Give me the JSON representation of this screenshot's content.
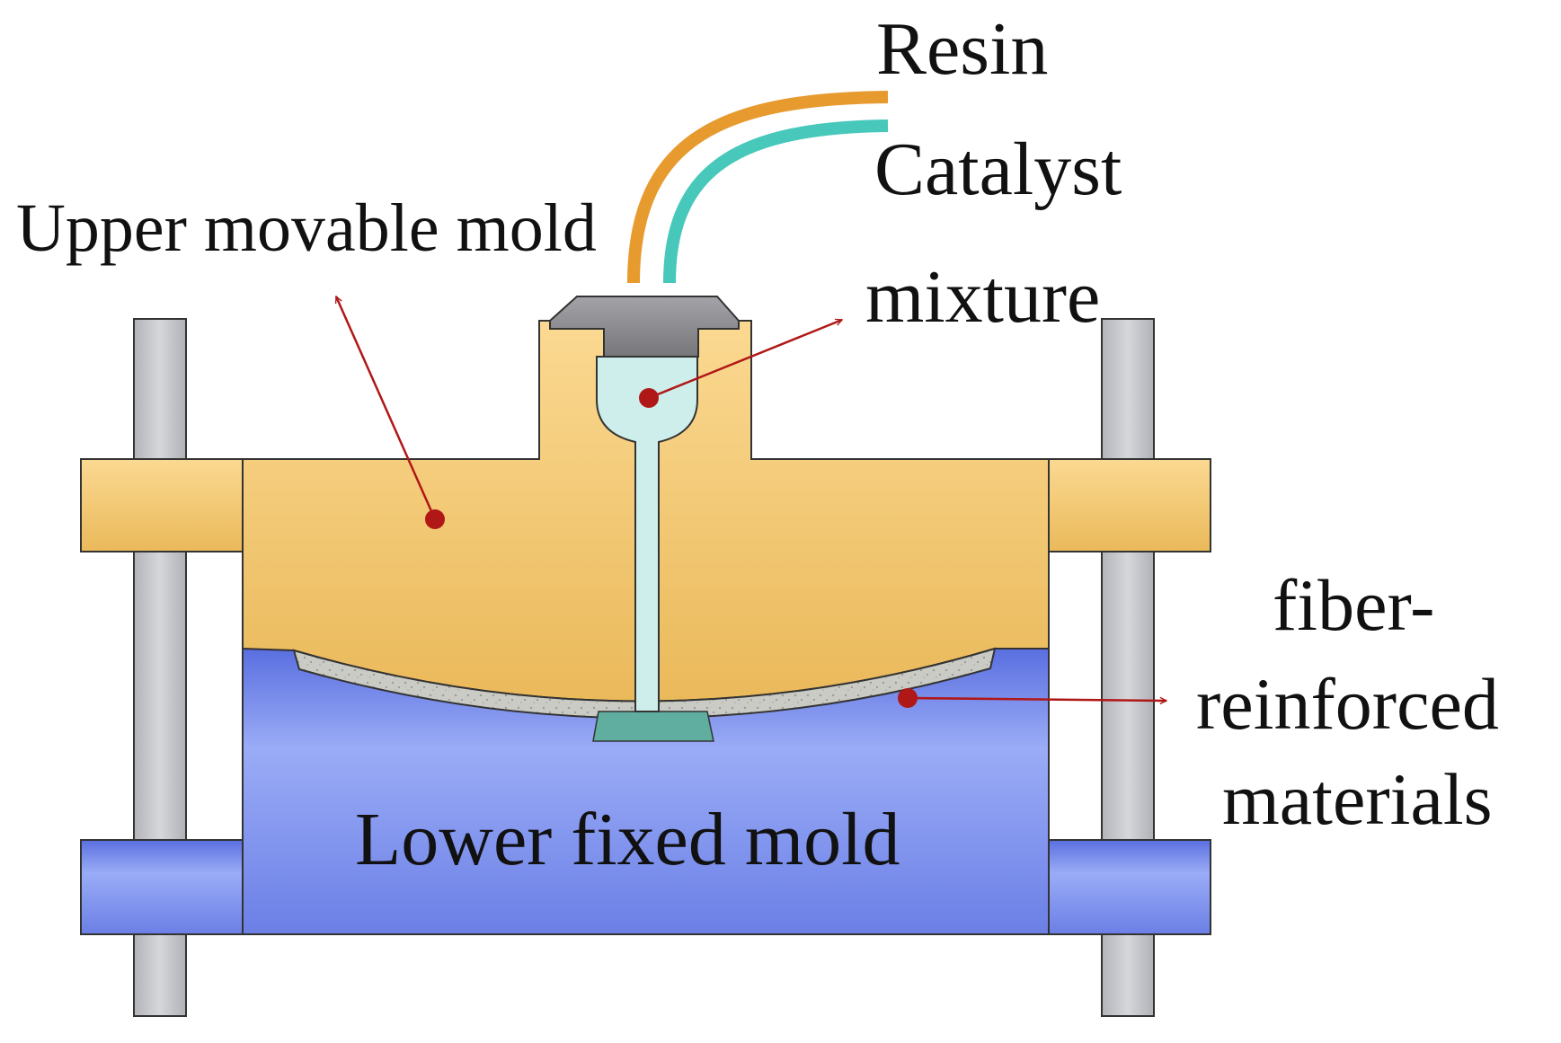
{
  "labels": {
    "resin": "Resin",
    "catalyst": "Catalyst",
    "mixture": "mixture",
    "upper_mold": "Upper movable mold",
    "lower_mold": "Lower fixed mold",
    "fiber_line1": "fiber-",
    "fiber_line2": "reinforced",
    "fiber_line3": "materials"
  },
  "colors": {
    "resin_tube": "#e79a2e",
    "catalyst_tube": "#47c8bb",
    "upper_mold": "#f3c46e",
    "lower_mold": "#7f92ea",
    "guide_rod": "#c4c5c9",
    "injection_head": "#8e8e92",
    "mixture": "#c9ede9",
    "fiber_layer": "#c8c8c2",
    "pointer": "#b01717"
  }
}
